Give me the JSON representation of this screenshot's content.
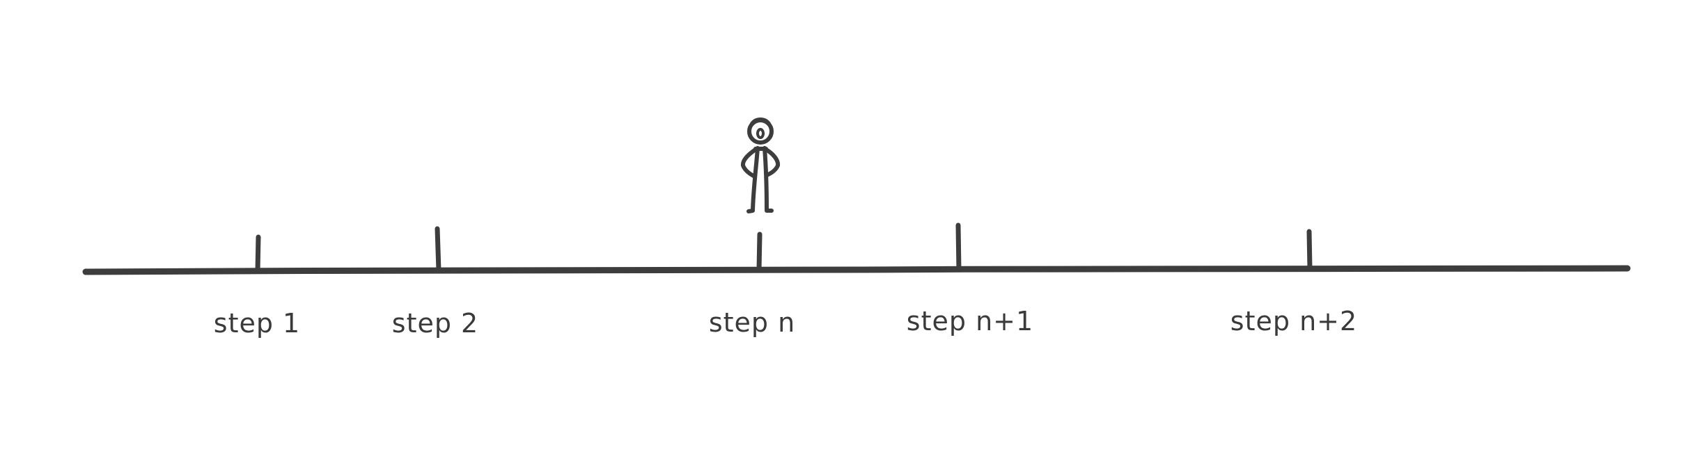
{
  "diagram": {
    "ink_color": "#3d3d3d",
    "background": "#ffffff",
    "steps": [
      {
        "label": "step 1"
      },
      {
        "label": "step 2"
      },
      {
        "label": "step n"
      },
      {
        "label": "step n+1"
      },
      {
        "label": "step n+2"
      }
    ],
    "figure_at_step": "step n",
    "figure_icon": "stick-figure-icon"
  }
}
